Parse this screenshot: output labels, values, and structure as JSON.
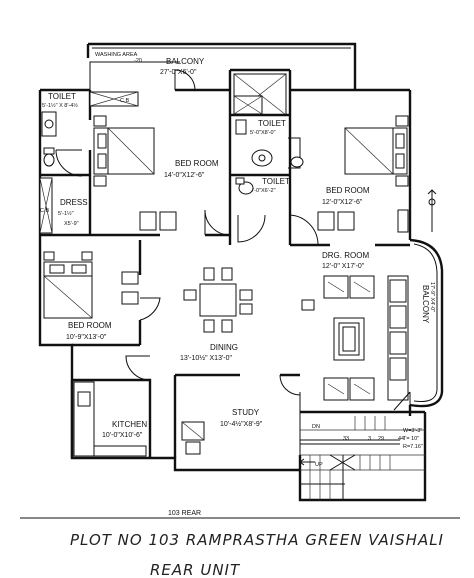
{
  "rooms": {
    "washing_area": {
      "name": "WASHING AREA",
      "dim": "-20"
    },
    "balcony_top": {
      "name": "BALCONY",
      "dim": "27'-0\"X6'-0\""
    },
    "toilet_left": {
      "name": "TOILET",
      "dim": "5'-1½\" X 8'-4½"
    },
    "cb_top": {
      "name": "C.B"
    },
    "cb_left": {
      "name": "C.B"
    },
    "toilet_mid1": {
      "name": "TOILET",
      "dim": "5'-0\"X8'-0\""
    },
    "toilet_mid2": {
      "name": "TOILET",
      "dim": "5'-0\"X6'-2\""
    },
    "bedroom_1": {
      "name": "BED ROOM",
      "dim": "14'-0\"X12'-6\""
    },
    "bedroom_2": {
      "name": "BED ROOM",
      "dim": "12'-0\"X12'-6\""
    },
    "dress": {
      "name": "DRESS",
      "dim1": "5'-1½\"",
      "dim2": "X5'-9\""
    },
    "bedroom_3": {
      "name": "BED ROOM",
      "dim": "10'-9\"X13'-0\""
    },
    "drawing_room": {
      "name": "DRG. ROOM",
      "dim": "12'-0\" X17'-0\""
    },
    "balcony_right": {
      "name": "BALCONY",
      "dim": "17'-9\" X4'-0\""
    },
    "dining": {
      "name": "DINING",
      "dim": "13'-10½\" X13'-0\""
    },
    "kitchen": {
      "name": "KITCHEN",
      "dim": "10'-0\"X10'-6\""
    },
    "study": {
      "name": "STUDY",
      "dim": "10'-4½\"X8'-9\""
    }
  },
  "stair": {
    "dn": "DN",
    "up": "UP",
    "n33": "33",
    "n3": "3",
    "n29": "29",
    "n44": "44",
    "w": "W=3'-3\"",
    "t": "T= 10\"",
    "r": "R=7.16\""
  },
  "footer": {
    "unit_number": "103 REAR",
    "handwritten_line1": "PLOT NO 103   RAMPRASTHA GREEN VAISHALI",
    "handwritten_line2": "REAR UNIT"
  }
}
